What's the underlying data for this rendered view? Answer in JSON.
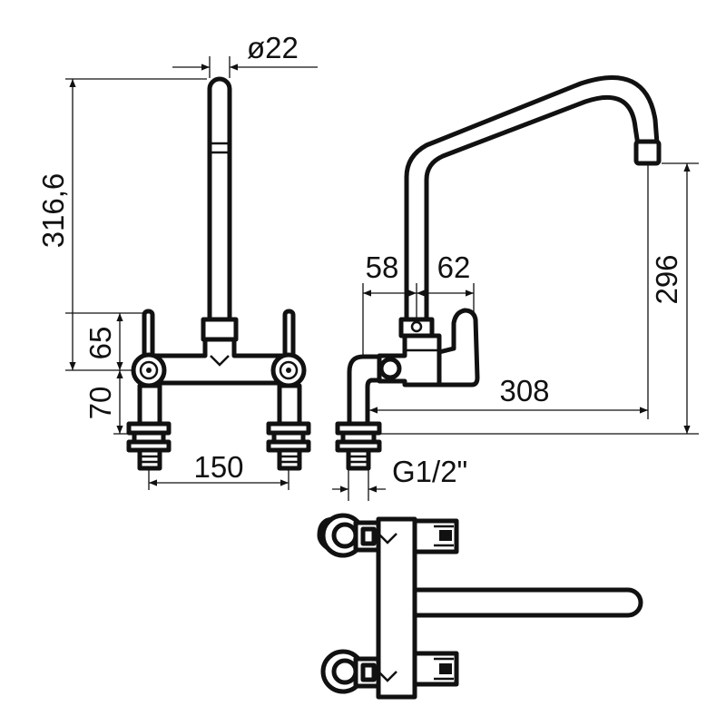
{
  "dimensions": {
    "spout_diameter": "ø22",
    "front_height": "316,6",
    "handle_height": "65",
    "body_to_thread": "70",
    "center_distance": "150",
    "offset_left": "58",
    "offset_right": "62",
    "spout_height": "296",
    "spout_reach": "308",
    "thread": "G1/2\""
  }
}
